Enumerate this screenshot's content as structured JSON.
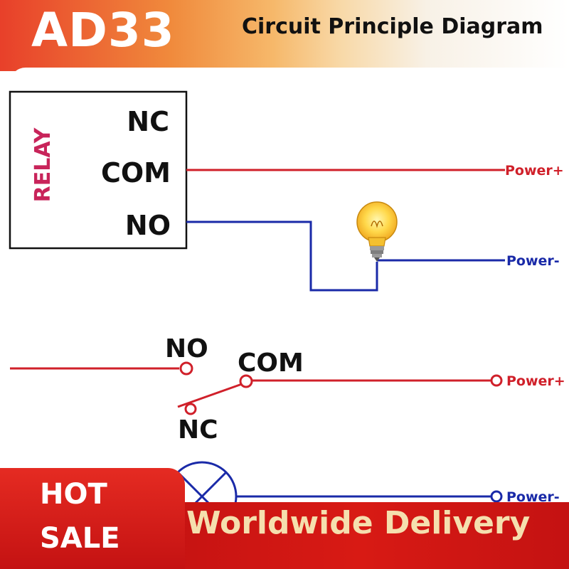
{
  "brand": "AD33",
  "title": "Circuit Principle Diagram",
  "relay": {
    "label": "RELAY",
    "nc": "NC",
    "com": "COM",
    "no": "NO",
    "power_plus": "Power+",
    "power_minus": "Power-"
  },
  "switch": {
    "no": "NO",
    "com": "COM",
    "nc": "NC",
    "power_plus": "Power+",
    "power_minus": "Power-"
  },
  "banner": {
    "hot": "HOT",
    "sale": "SALE",
    "delivery": "Worldwide Delivery"
  },
  "colors": {
    "wire_red": "#d0202a",
    "wire_blue": "#1a2aa8",
    "relay_label": "#c8245a",
    "banner_red": "#d31a16",
    "delivery_text": "#f5dfae"
  },
  "icons": [
    "light-bulb-icon",
    "lamp-icon"
  ]
}
